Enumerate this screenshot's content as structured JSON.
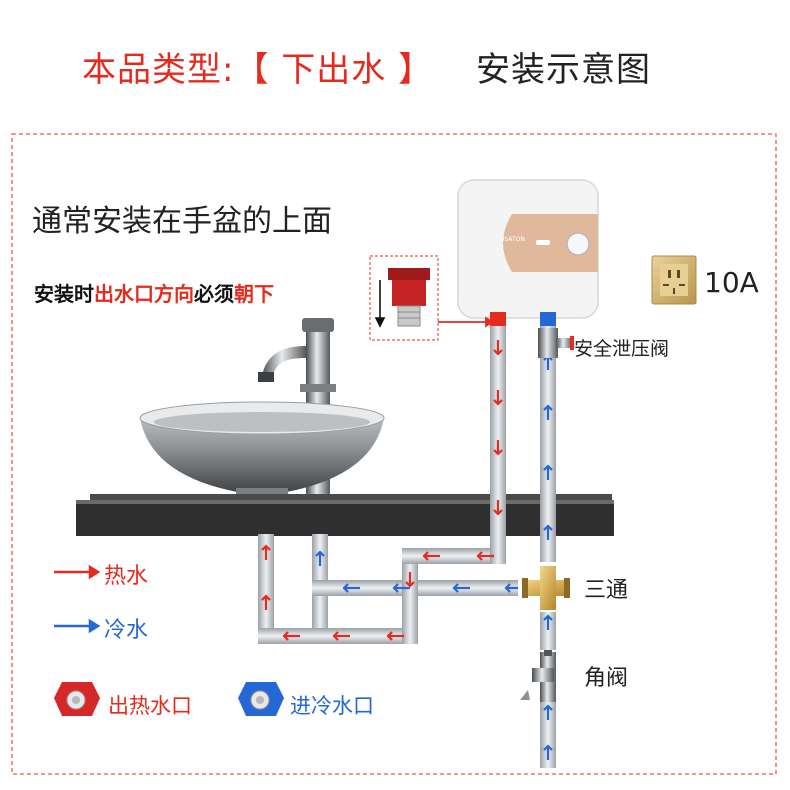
{
  "header": {
    "product_type": "本品类型:【 下出水 】",
    "title": "安装示意图"
  },
  "notes": {
    "usual_position": "通常安装在手盆的上面",
    "outlet_rule": {
      "part1": "安装时",
      "part2": "出水口方向",
      "part3": "必须",
      "part4": "朝下"
    }
  },
  "heater": {
    "brand": "USATON"
  },
  "socket": {
    "rating": "10A"
  },
  "labels": {
    "safety_valve": "安全泄压阀",
    "tee": "三通",
    "angle_valve": "角阀"
  },
  "legend": {
    "hot_water": "热水",
    "cold_water": "冷水",
    "hot_outlet": "出热水口",
    "cold_inlet": "进冷水口"
  },
  "colors": {
    "hot": "#e52b1e",
    "cold": "#2468d6",
    "brand_accent": "#e0b89b",
    "dashed_frame": "#e55a4c",
    "counter": "#3a3a3a",
    "pipe": "#cfd3d8"
  },
  "icons": [
    "outlet-down-arrow-icon",
    "hot-arrow-icon",
    "cold-arrow-icon",
    "red-outlet-fitting-icon",
    "blue-inlet-fitting-icon",
    "wall-socket-icon",
    "tee-fitting-icon",
    "angle-valve-icon",
    "safety-valve-icon"
  ]
}
